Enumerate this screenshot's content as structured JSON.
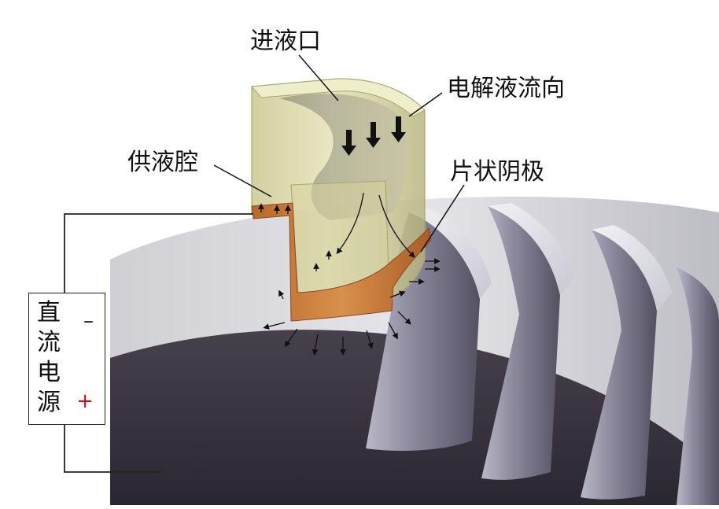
{
  "labels": {
    "inlet": "进液口",
    "flow_direction": "电解液流向",
    "supply_chamber": "供液腔",
    "sheet_cathode": "片状阴极"
  },
  "power_supply": {
    "chars": [
      "直",
      "流",
      "电",
      "源"
    ],
    "minus": "–",
    "plus": "+",
    "minus_color": "#111111",
    "plus_color": "#d01010"
  },
  "colors": {
    "disk_dark": "#3b3640",
    "disk_top": "#dcdcdf",
    "blade_light": "#e4e4ea",
    "blade_face": "#6a6678",
    "chamber_fill": "#d9d7a4",
    "chamber_edge": "#b8b57a",
    "electrode_copper": "#c87a3a",
    "wire": "#222222"
  }
}
